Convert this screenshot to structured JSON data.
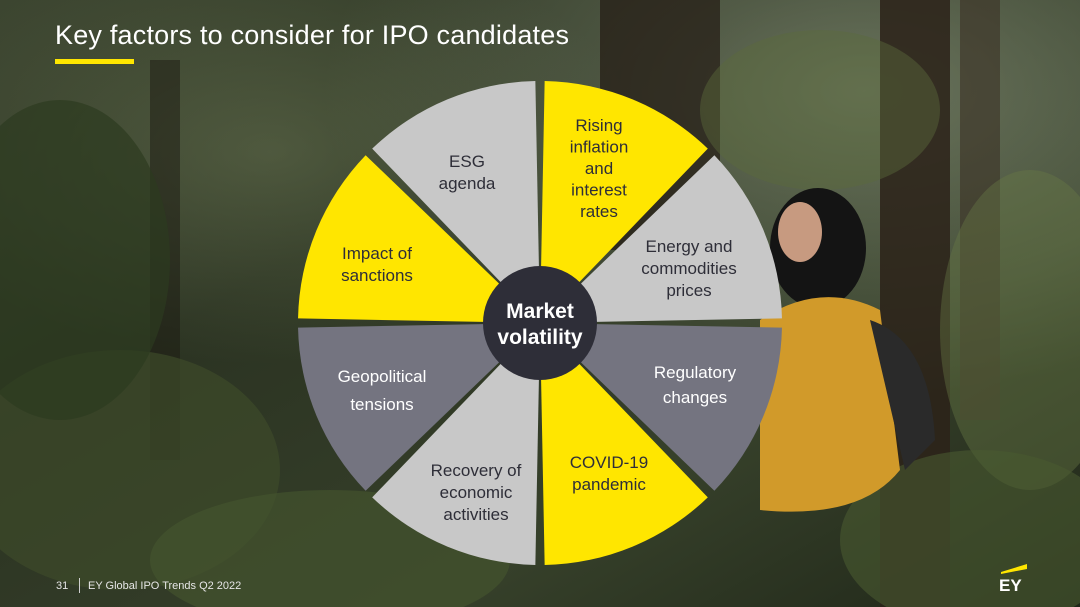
{
  "slide": {
    "title": "Key factors to consider for IPO candidates",
    "footer_page": "31",
    "footer_text": "EY Global IPO Trends Q2 2022",
    "logo_text": "EY"
  },
  "colors": {
    "yellow": "#ffe600",
    "light_gray": "#c8c8c8",
    "dark_gray": "#747480",
    "center": "#2e2e38",
    "text_dark": "#2e2e38",
    "text_light": "#ffffff"
  },
  "diagram": {
    "center_label": [
      "Market",
      "volatility"
    ],
    "segments": [
      {
        "key": "inflation",
        "lines": [
          "Rising",
          "inflation",
          "and",
          "interest",
          "rates"
        ],
        "fill": "yellow"
      },
      {
        "key": "energy",
        "lines": [
          "Energy and",
          "commodities",
          "prices"
        ],
        "fill": "light_gray"
      },
      {
        "key": "regulatory",
        "lines": [
          "Regulatory",
          "changes"
        ],
        "fill": "dark_gray"
      },
      {
        "key": "covid",
        "lines": [
          "COVID-19",
          "pandemic"
        ],
        "fill": "yellow"
      },
      {
        "key": "recovery",
        "lines": [
          "Recovery of",
          "economic",
          "activities"
        ],
        "fill": "light_gray"
      },
      {
        "key": "geopolitical",
        "lines": [
          "Geopolitical",
          "tensions"
        ],
        "fill": "dark_gray"
      },
      {
        "key": "sanctions",
        "lines": [
          "Impact of",
          "sanctions"
        ],
        "fill": "yellow"
      },
      {
        "key": "esg",
        "lines": [
          "ESG",
          "agenda"
        ],
        "fill": "light_gray"
      }
    ]
  }
}
